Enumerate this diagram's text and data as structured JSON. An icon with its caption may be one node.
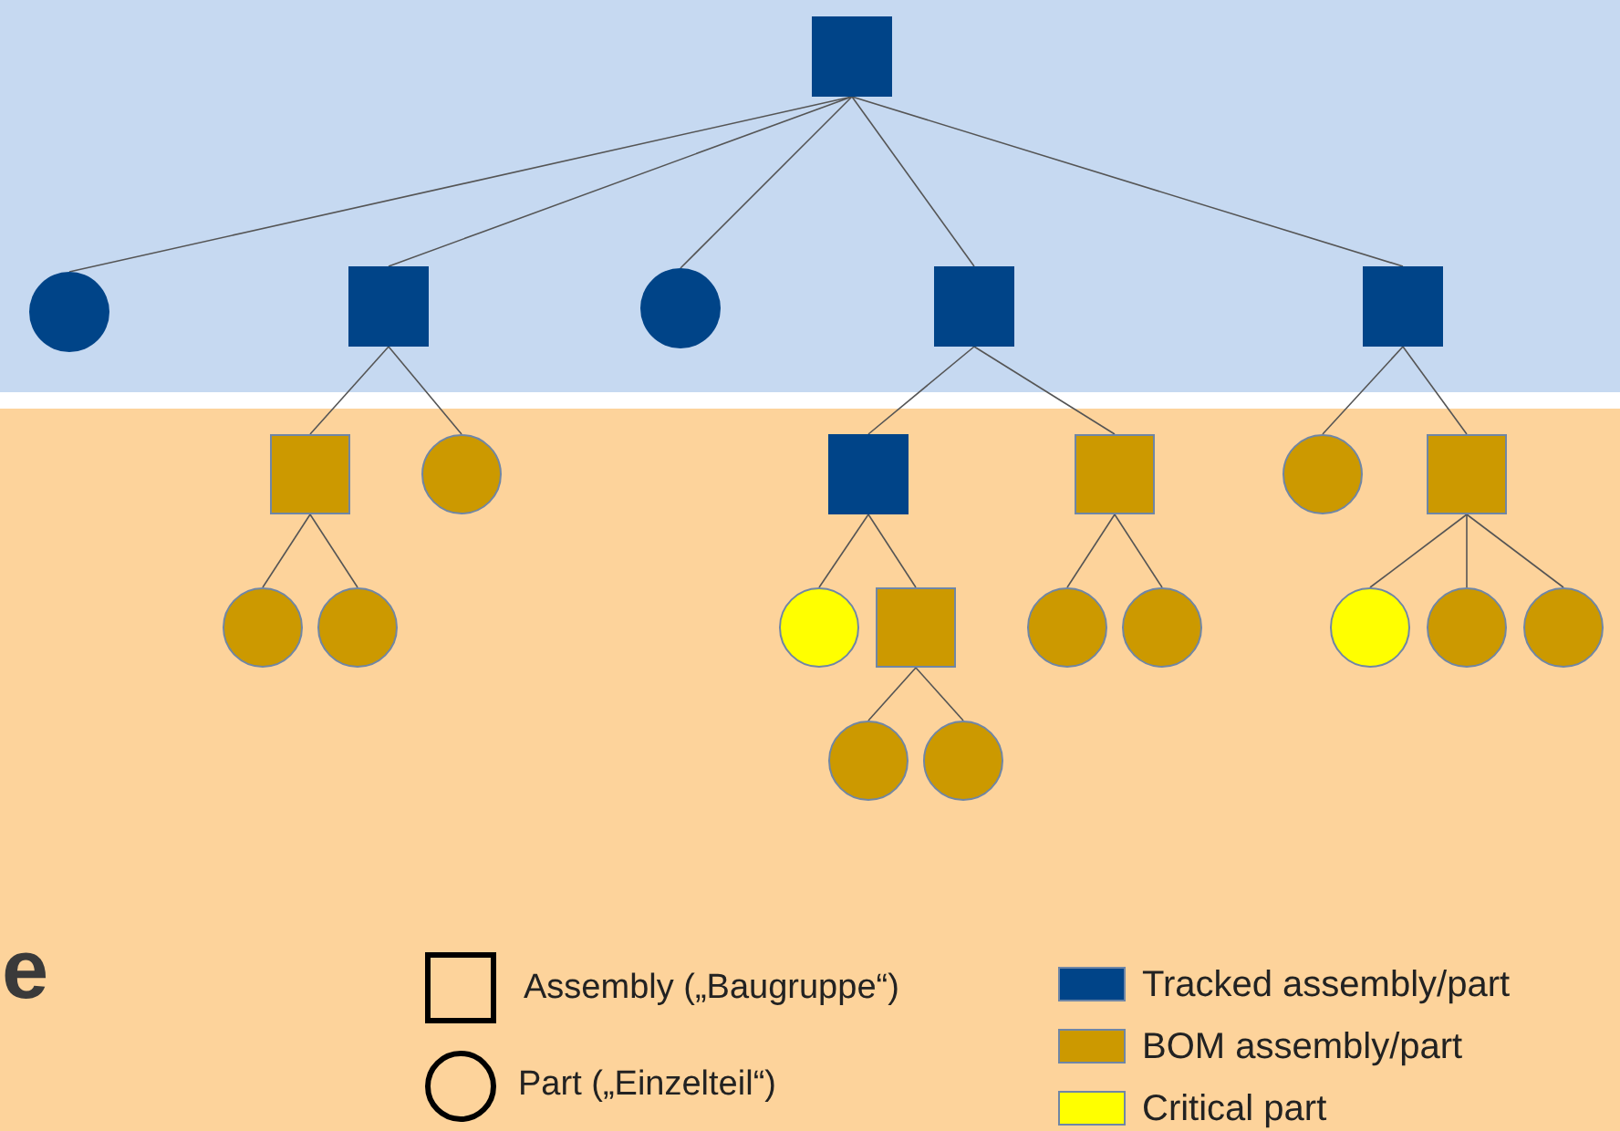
{
  "diagram": {
    "nodes": [
      {
        "text": [],
        "shape": "box"
      },
      {
        "text": [],
        "shape": "circle"
      },
      {
        "text": [],
        "shape": "box"
      },
      {
        "text": [],
        "shape": "circle"
      },
      {
        "text": [],
        "shape": "box"
      },
      {
        "text": [],
        "shape": "box"
      },
      {
        "text": [],
        "shape": "box"
      },
      {
        "text": [],
        "shape": "circle"
      },
      {
        "text": [],
        "shape": "box"
      },
      {
        "text": [],
        "shape": "box"
      },
      {
        "text": [],
        "shape": "circle"
      },
      {
        "text": [],
        "shape": "box"
      },
      {
        "text": [],
        "shape": "circle"
      },
      {
        "text": [],
        "shape": "circle"
      },
      {
        "text": [],
        "shape": "circle"
      },
      {
        "text": [],
        "shape": "box"
      },
      {
        "text": [],
        "shape": "circle"
      },
      {
        "text": [],
        "shape": "circle"
      },
      {
        "text": [],
        "shape": "circle"
      },
      {
        "text": [],
        "shape": "circle"
      },
      {
        "text": [],
        "shape": "circle"
      },
      {
        "text": [],
        "shape": "circle"
      },
      {
        "text": [],
        "shape": "circle"
      }
    ],
    "edges": [
      {
        "from": 0,
        "to": 1,
        "arrow": "none"
      },
      {
        "from": 0,
        "to": 2,
        "arrow": "none"
      },
      {
        "from": 0,
        "to": 3,
        "arrow": "none"
      },
      {
        "from": 0,
        "to": 4,
        "arrow": "none"
      },
      {
        "from": 0,
        "to": 5,
        "arrow": "none"
      },
      {
        "from": 2,
        "to": 6,
        "arrow": "none"
      },
      {
        "from": 2,
        "to": 7,
        "arrow": "none"
      },
      {
        "from": 4,
        "to": 8,
        "arrow": "none"
      },
      {
        "from": 4,
        "to": 9,
        "arrow": "none"
      },
      {
        "from": 5,
        "to": 10,
        "arrow": "none"
      },
      {
        "from": 5,
        "to": 11,
        "arrow": "none"
      },
      {
        "from": 6,
        "to": 12,
        "arrow": "none"
      },
      {
        "from": 6,
        "to": 13,
        "arrow": "none"
      },
      {
        "from": 8,
        "to": 14,
        "arrow": "none"
      },
      {
        "from": 8,
        "to": 15,
        "arrow": "none"
      },
      {
        "from": 9,
        "to": 16,
        "arrow": "none"
      },
      {
        "from": 9,
        "to": 17,
        "arrow": "none"
      },
      {
        "from": 11,
        "to": 18,
        "arrow": "none"
      },
      {
        "from": 11,
        "to": 19,
        "arrow": "none"
      },
      {
        "from": 11,
        "to": 20,
        "arrow": "none"
      },
      {
        "from": 15,
        "to": 21,
        "arrow": "none"
      },
      {
        "from": 15,
        "to": 22,
        "arrow": "none"
      }
    ],
    "labels": [
      "e"
    ],
    "legend": [
      {
        "text": "Assembly („Baugruppe“)"
      },
      {
        "text": "Part („Einzelteil“)"
      },
      {
        "text": "Tracked assembly/part",
        "color": "#004488"
      },
      {
        "text": "BOM assembly/part",
        "color": "#cc9900"
      },
      {
        "text": "Critical part",
        "color": "#ffff00"
      }
    ]
  }
}
